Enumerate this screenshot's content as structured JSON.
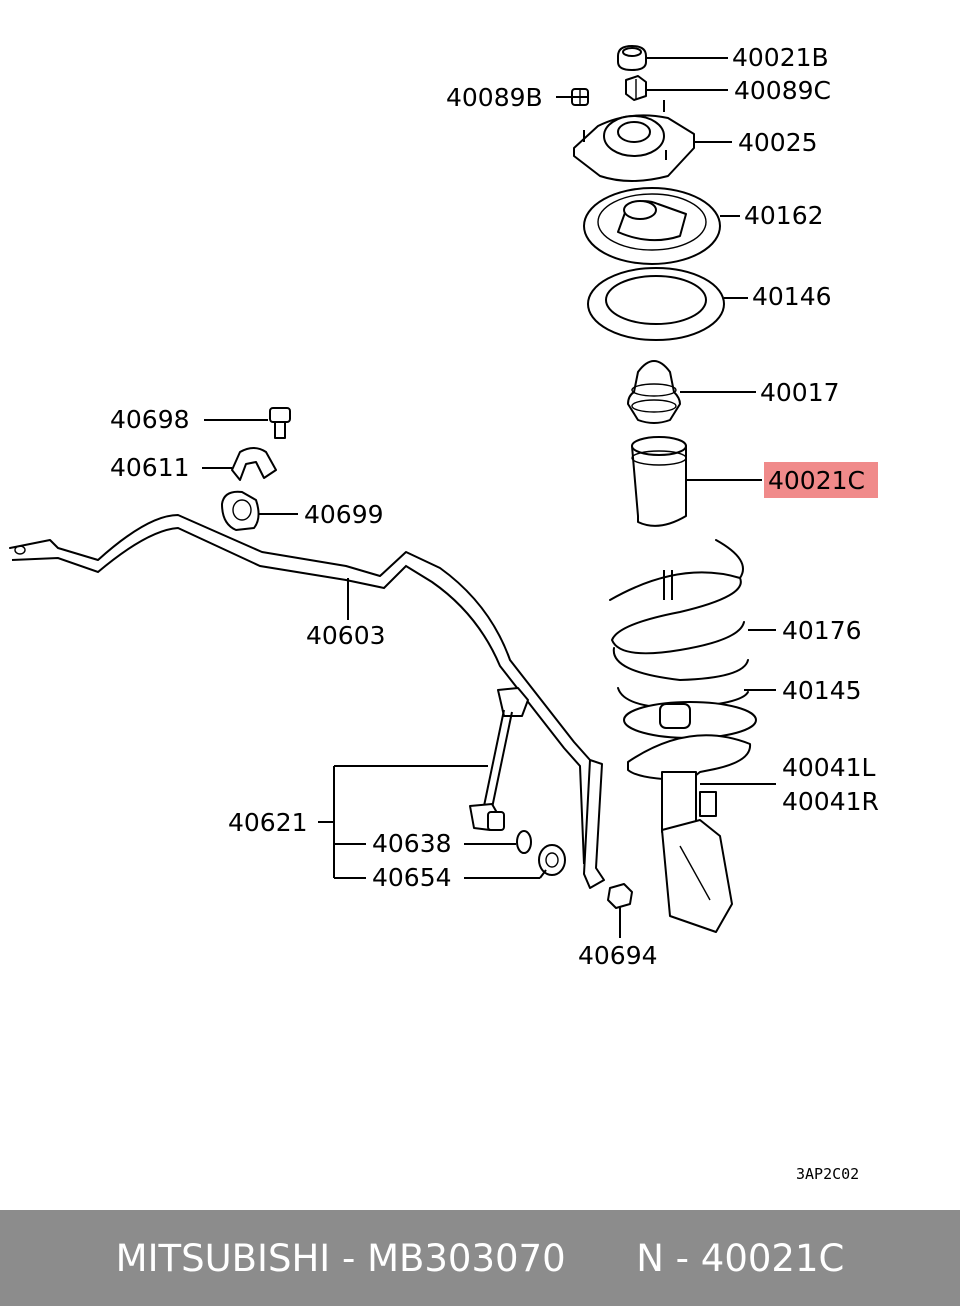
{
  "labels": {
    "p40021B": "40021B",
    "p40089B": "40089B",
    "p40089C": "40089C",
    "p40025": "40025",
    "p40162": "40162",
    "p40146": "40146",
    "p40017": "40017",
    "p40021C": "40021C",
    "p40698": "40698",
    "p40611": "40611",
    "p40699": "40699",
    "p40603": "40603",
    "p40176": "40176",
    "p40145": "40145",
    "p40041L": "40041L",
    "p40041R": "40041R",
    "p40621": "40621",
    "p40638": "40638",
    "p40654": "40654",
    "p40694": "40694"
  },
  "diagram_code": "3AP2C02",
  "highlight_color": "#f08a8a",
  "footer": {
    "brand": "MITSUBISHI",
    "separator": " - ",
    "part_number": "MB303070",
    "ref_prefix": "N",
    "ref_number": "40021C"
  }
}
